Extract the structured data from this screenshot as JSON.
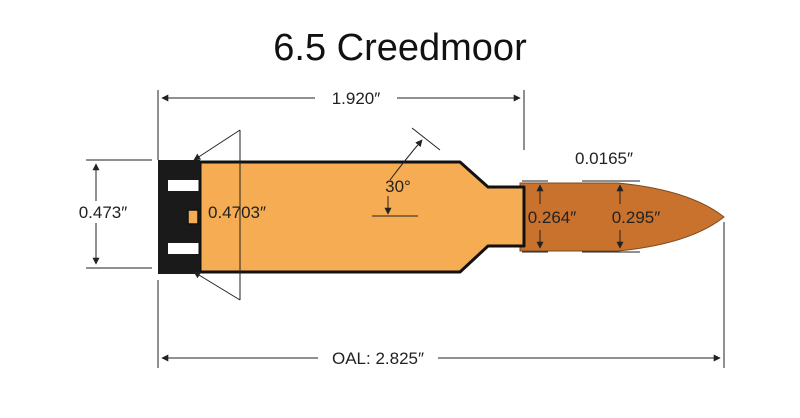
{
  "title": "6.5 Creedmoor",
  "labels": {
    "case_length": "1.920″",
    "rim_diameter": "0.473″",
    "base_diameter": "0.4703″",
    "shoulder_angle": "30°",
    "neck_wall": "0.0165″",
    "neck_diameter": "0.264″",
    "bullet_diameter": "0.295″",
    "overall_length": "OAL: 2.825″"
  },
  "colors": {
    "case_brass": "#f5ac52",
    "bullet_copper": "#c8722e",
    "case_head": "#1a1a1a",
    "outline": "#222222"
  }
}
